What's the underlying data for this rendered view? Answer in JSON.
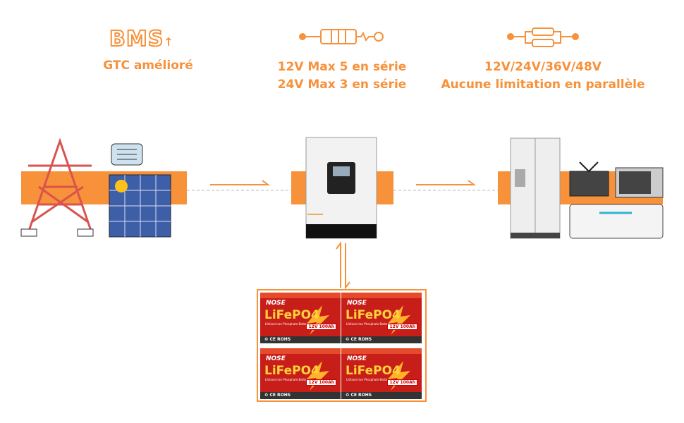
{
  "features": [
    {
      "icon": "bms-icon",
      "title": "BMS",
      "title_suffix": "↑",
      "lines": [
        "GTC amélioré"
      ]
    },
    {
      "icon": "series-connection-icon",
      "lines": [
        "12V Max 5 en série",
        "24V Max 3 en série"
      ]
    },
    {
      "icon": "parallel-connection-icon",
      "lines": [
        "12V/24V/36V/48V",
        "Aucune limitation en parallèle"
      ]
    }
  ],
  "battery": {
    "logo": "NOSE",
    "chemistry": "LiFePO4",
    "subtitle": "Lithium Iron Phosphate Battery",
    "capacity": "12V 100Ah",
    "certs": "♻ CE ROHS"
  },
  "colors": {
    "accent": "#f7913a",
    "battery_red": "#d9251d"
  }
}
